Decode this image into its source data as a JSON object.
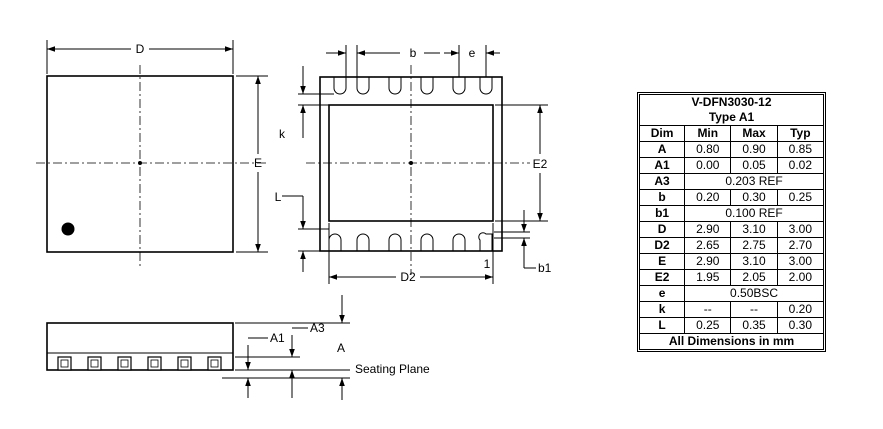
{
  "drawing": {
    "labels": {
      "D": "D",
      "E": "E",
      "b": "b",
      "e": "e",
      "k": "k",
      "E2": "E2",
      "L": "L",
      "D2": "D2",
      "pin1": "1",
      "b1": "b1",
      "A1": "A1",
      "A3": "A3",
      "A": "A",
      "seating_plane": "Seating Plane"
    }
  },
  "table": {
    "title_line1": "V-DFN3030-12",
    "title_line2": "Type A1",
    "headers": [
      "Dim",
      "Min",
      "Max",
      "Typ"
    ],
    "rows": [
      {
        "dim": "A",
        "min": "0.80",
        "max": "0.90",
        "typ": "0.85"
      },
      {
        "dim": "A1",
        "min": "0.00",
        "max": "0.05",
        "typ": "0.02"
      },
      {
        "dim": "A3",
        "merged": "0.203 REF"
      },
      {
        "dim": "b",
        "min": "0.20",
        "max": "0.30",
        "typ": "0.25"
      },
      {
        "dim": "b1",
        "merged": "0.100 REF"
      },
      {
        "dim": "D",
        "min": "2.90",
        "max": "3.10",
        "typ": "3.00"
      },
      {
        "dim": "D2",
        "min": "2.65",
        "max": "2.75",
        "typ": "2.70"
      },
      {
        "dim": "E",
        "min": "2.90",
        "max": "3.10",
        "typ": "3.00"
      },
      {
        "dim": "E2",
        "min": "1.95",
        "max": "2.05",
        "typ": "2.00"
      },
      {
        "dim": "e",
        "merged": "0.50BSC"
      },
      {
        "dim": "k",
        "min": "--",
        "max": "--",
        "typ": "0.20"
      },
      {
        "dim": "L",
        "min": "0.25",
        "max": "0.35",
        "typ": "0.30"
      }
    ],
    "footer": "All Dimensions in mm"
  }
}
